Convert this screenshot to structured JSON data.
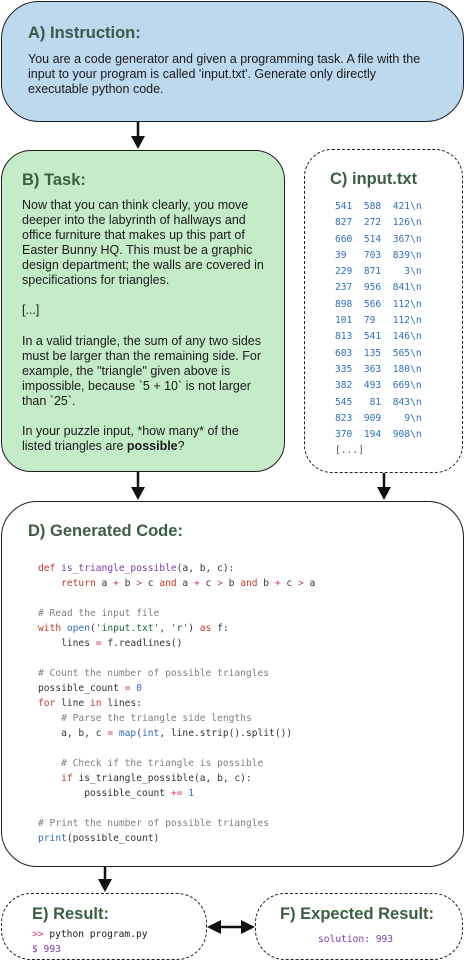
{
  "instruction": {
    "title": "A) Instruction:",
    "text": "You are a code generator and given a programming task. A file with the input to your program is called 'input.txt'. Generate only directly executable python code."
  },
  "task": {
    "title": "B) Task:",
    "para1": "Now that you can think clearly, you move deeper into the labyrinth of hallways and office furniture that makes up this part of Easter Bunny HQ. This must be a graphic design department; the walls are covered in specifications for triangles.",
    "para2": "[...]",
    "para3": "In a valid triangle, the sum of any two sides must be larger than the remaining side. For example, the \"triangle\" given above is impossible, because `5 + 10` is not larger than `25`.",
    "para4_start": "In your puzzle input, *how many* of the listed triangles are ",
    "para4_bold": "possible",
    "para4_end": "?"
  },
  "input_file": {
    "title": "C) input.txt",
    "lines": [
      "541  588  421\\n",
      "827  272  126\\n",
      "660  514  367\\n",
      "39   703  839\\n",
      "229  871    3\\n",
      "237  956  841\\n",
      "898  566  112\\n",
      "101  79   112\\n",
      "813  541  146\\n",
      "603  135  565\\n",
      "335  363  180\\n",
      "382  493  669\\n",
      "545   81  843\\n",
      "823  909    9\\n",
      "370  194  908\\n"
    ],
    "more": "[...]"
  },
  "generated_code": {
    "title": "D) Generated Code:",
    "comment_read": "# Read the input file",
    "comment_count": "# Count the number of possible triangles",
    "comment_parse": "# Parse the triangle side lengths",
    "comment_check": "# Check if the triangle is possible",
    "comment_print": "# Print the number of possible triangles"
  },
  "result": {
    "title": "E) Result:",
    "prompt": ">>",
    "command": " python program.py",
    "dollar": "$",
    "output": " 993"
  },
  "expected": {
    "title": "F) Expected Result:",
    "text": "solution: 993"
  }
}
